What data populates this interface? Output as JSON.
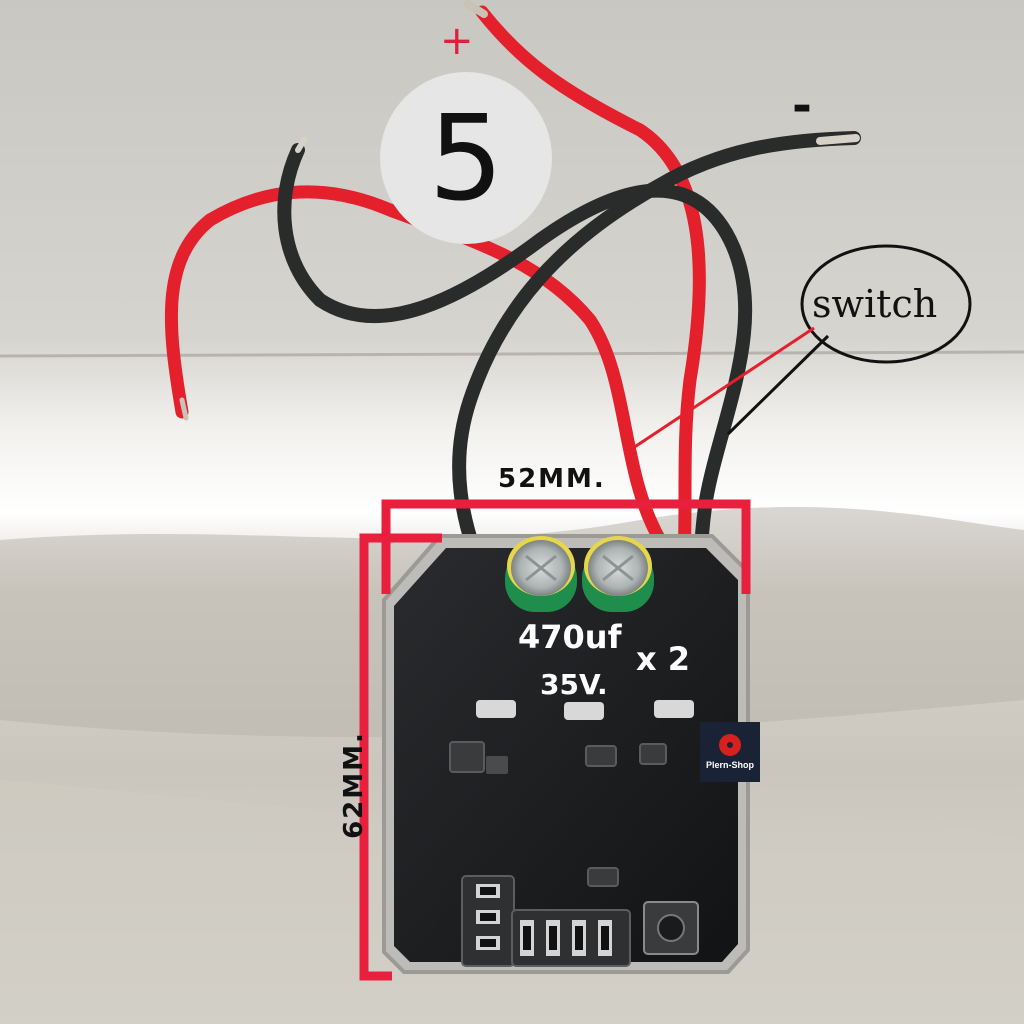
{
  "photo": {
    "step_number": "5",
    "polarity": {
      "positive": "+",
      "negative": "-"
    },
    "callout": "switch",
    "dimensions": {
      "width": "52MM.",
      "height": "62MM."
    },
    "capacitor": {
      "value": "470uf",
      "count": "x 2",
      "voltage": "35V."
    },
    "watermark": "Plern-Shop"
  },
  "colors": {
    "background": "#cfccc6",
    "board": "#1c1d1f",
    "wire_red": "#e3202c",
    "wire_black": "#2a2c2c",
    "capacitor": "#1f8d4c",
    "dimension_lines": "#e8203e"
  }
}
